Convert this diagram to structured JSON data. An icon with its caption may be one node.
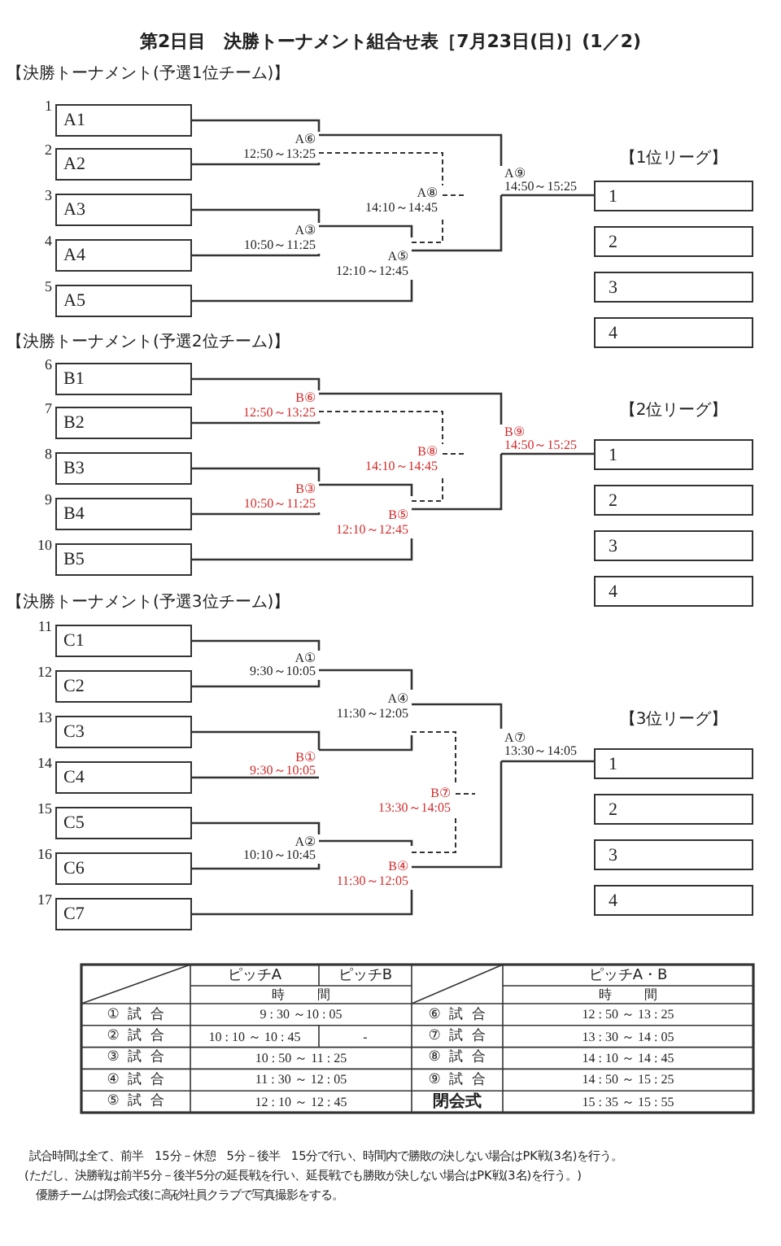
{
  "diagram": {
    "title": "第2日目　決勝トーナメント組合せ表［7月23日(日)］(1／2)",
    "nodes": [
      {
        "text": [
          "A1"
        ],
        "beside": [
          "1"
        ]
      },
      {
        "text": [
          "A2"
        ],
        "beside": [
          "2"
        ]
      },
      {
        "text": [
          "A3"
        ],
        "beside": [
          "3"
        ]
      },
      {
        "text": [
          "A4"
        ],
        "beside": [
          "4"
        ]
      },
      {
        "text": [
          "A5"
        ],
        "beside": [
          "5"
        ]
      },
      {
        "text": [
          "A⑥",
          "12:50～13:25"
        ]
      },
      {
        "text": [
          "A③",
          "10:50～11:25"
        ]
      },
      {
        "text": [
          "A⑧",
          "14:10～14:45"
        ]
      },
      {
        "text": [
          "A⑤",
          "12:10～12:45"
        ]
      },
      {
        "text": [
          "A⑨",
          "14:50～15:25"
        ]
      },
      {
        "text": [
          "1"
        ]
      },
      {
        "text": [
          "2"
        ]
      },
      {
        "text": [
          "3"
        ]
      },
      {
        "text": [
          "4"
        ]
      },
      {
        "text": [
          "B1"
        ],
        "beside": [
          "6"
        ]
      },
      {
        "text": [
          "B2"
        ],
        "beside": [
          "7"
        ]
      },
      {
        "text": [
          "B3"
        ],
        "beside": [
          "8"
        ]
      },
      {
        "text": [
          "B4"
        ],
        "beside": [
          "9"
        ]
      },
      {
        "text": [
          "B5"
        ],
        "beside": [
          "10"
        ]
      },
      {
        "text": [
          "B⑥",
          "12:50～13:25"
        ]
      },
      {
        "text": [
          "B③",
          "10:50～11:25"
        ]
      },
      {
        "text": [
          "B⑧",
          "14:10～14:45"
        ]
      },
      {
        "text": [
          "B⑤",
          "12:10～12:45"
        ]
      },
      {
        "text": [
          "B⑨",
          "14:50～15:25"
        ]
      },
      {
        "text": [
          "1"
        ]
      },
      {
        "text": [
          "2"
        ]
      },
      {
        "text": [
          "3"
        ]
      },
      {
        "text": [
          "4"
        ]
      },
      {
        "text": [
          "C1"
        ],
        "beside": [
          "11"
        ]
      },
      {
        "text": [
          "C2"
        ],
        "beside": [
          "12"
        ]
      },
      {
        "text": [
          "C3"
        ],
        "beside": [
          "13"
        ]
      },
      {
        "text": [
          "C4"
        ],
        "beside": [
          "14"
        ]
      },
      {
        "text": [
          "C5"
        ],
        "beside": [
          "15"
        ]
      },
      {
        "text": [
          "C6"
        ],
        "beside": [
          "16"
        ]
      },
      {
        "text": [
          "C7"
        ],
        "beside": [
          "17"
        ]
      },
      {
        "text": [
          "A①",
          "9:30～10:05"
        ]
      },
      {
        "text": [
          "A④",
          "11:30～12:05"
        ]
      },
      {
        "text": [
          "B①",
          "9:30～10:05"
        ]
      },
      {
        "text": [
          "B⑦",
          "13:30～14:05"
        ]
      },
      {
        "text": [
          "A②",
          "10:10～10:45"
        ]
      },
      {
        "text": [
          "B④",
          "11:30～12:05"
        ]
      },
      {
        "text": [
          "A⑦",
          "13:30～14:05"
        ]
      },
      {
        "text": [
          "1"
        ]
      },
      {
        "text": [
          "2"
        ]
      },
      {
        "text": [
          "3"
        ]
      },
      {
        "text": [
          "4"
        ]
      }
    ],
    "edges": [
      {
        "from": 0,
        "to": 5,
        "arrow": "none"
      },
      {
        "from": 1,
        "to": 5,
        "arrow": "none"
      },
      {
        "from": 2,
        "to": 6,
        "arrow": "none"
      },
      {
        "from": 3,
        "to": 6,
        "arrow": "none"
      },
      {
        "from": 6,
        "to": 8,
        "arrow": "none"
      },
      {
        "from": 4,
        "to": 8,
        "arrow": "none"
      },
      {
        "from": 5,
        "to": 9,
        "arrow": "none"
      },
      {
        "from": 8,
        "to": 9,
        "arrow": "none"
      },
      {
        "from": 9,
        "to": 10,
        "arrow": "none"
      },
      {
        "from": 5,
        "to": 7,
        "arrow": "none",
        "style": "dashed"
      },
      {
        "from": 8,
        "to": 7,
        "arrow": "none",
        "style": "dashed"
      },
      {
        "from": 7,
        "to": null,
        "arrow": "none",
        "style": "dashed"
      },
      {
        "from": 14,
        "to": 19,
        "arrow": "none"
      },
      {
        "from": 15,
        "to": 19,
        "arrow": "none"
      },
      {
        "from": 16,
        "to": 20,
        "arrow": "none"
      },
      {
        "from": 17,
        "to": 20,
        "arrow": "none"
      },
      {
        "from": 20,
        "to": 22,
        "arrow": "none"
      },
      {
        "from": 18,
        "to": 22,
        "arrow": "none"
      },
      {
        "from": 19,
        "to": 23,
        "arrow": "none"
      },
      {
        "from": 22,
        "to": 23,
        "arrow": "none"
      },
      {
        "from": 23,
        "to": 24,
        "arrow": "none"
      },
      {
        "from": 19,
        "to": 21,
        "arrow": "none",
        "style": "dashed"
      },
      {
        "from": 22,
        "to": 21,
        "arrow": "none",
        "style": "dashed"
      },
      {
        "from": 21,
        "to": null,
        "arrow": "none",
        "style": "dashed"
      },
      {
        "from": 28,
        "to": 35,
        "arrow": "none"
      },
      {
        "from": 29,
        "to": 35,
        "arrow": "none"
      },
      {
        "from": 30,
        "to": 37,
        "arrow": "none"
      },
      {
        "from": 31,
        "to": 37,
        "arrow": "none"
      },
      {
        "from": 32,
        "to": 39,
        "arrow": "none"
      },
      {
        "from": 33,
        "to": 39,
        "arrow": "none"
      },
      {
        "from": 35,
        "to": 36,
        "arrow": "none"
      },
      {
        "from": 37,
        "to": 36,
        "arrow": "none"
      },
      {
        "from": 39,
        "to": 40,
        "arrow": "none"
      },
      {
        "from": 34,
        "to": 40,
        "arrow": "none"
      },
      {
        "from": 36,
        "to": 41,
        "arrow": "none"
      },
      {
        "from": 40,
        "to": 41,
        "arrow": "none"
      },
      {
        "from": 41,
        "to": 42,
        "arrow": "none"
      },
      {
        "from": 36,
        "to": 38,
        "arrow": "none",
        "style": "dashed"
      },
      {
        "from": 40,
        "to": 38,
        "arrow": "none",
        "style": "dashed"
      },
      {
        "from": 38,
        "to": null,
        "arrow": "none",
        "style": "dashed"
      }
    ],
    "labels": [
      "【決勝トーナメント(予選1位チーム)】",
      "【1位リーグ】",
      "【決勝トーナメント(予選2位チーム)】",
      "【2位リーグ】",
      "【決勝トーナメント(予選3位チーム)】",
      "【3位リーグ】",
      "ピッチA",
      "ピッチB",
      "ピッチA・B",
      "時間",
      "時間",
      "①試合",
      "9 : 30 ～10 : 05",
      "⑥試合",
      "12 : 50 ～ 13 : 25",
      "②試合",
      "10 : 10 ～ 10 : 45",
      "-",
      "⑦試合",
      "13 : 30 ～ 14 : 05",
      "③試合",
      "10 : 50 ～ 11 : 25",
      "⑧試合",
      "14 : 10 ～ 14 : 45",
      "④試合",
      "11 : 30 ～ 12 : 05",
      "⑨試合",
      "14 : 50 ～ 15 : 25",
      "⑤試合",
      "12 : 10 ～ 12 : 45",
      "閉会式",
      "15 : 35 ～ 15 : 55",
      "試合時間は全て、前半　15分－休憩　5分－後半　15分で行い、時間内で勝敗の決しない場合はPK戦(3名)を行う。",
      "(ただし、決勝戦は前半5分－後半5分の延長戦を行い、延長戦でも勝敗が決しない場合はPK戦(3名)を行う。)",
      "優勝チームは閉会式後に高砂社員クラブで写真撮影をする。"
    ]
  }
}
